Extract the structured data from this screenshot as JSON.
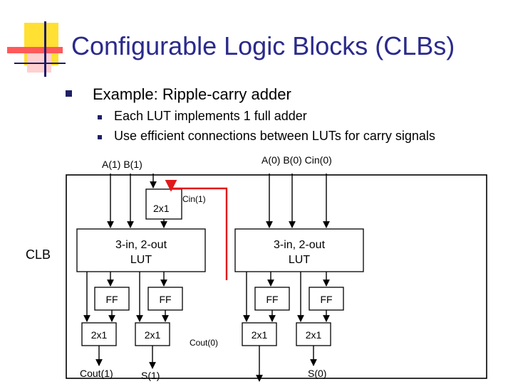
{
  "slide": {
    "title": "Configurable Logic Blocks (CLBs)",
    "bullets": [
      {
        "text": "Example: Ripple-carry adder",
        "sub": [
          "Each LUT implements 1 full adder",
          "Use efficient connections between LUTs for carry signals"
        ]
      }
    ]
  },
  "diagram": {
    "inputs_left": "A(1) B(1)",
    "inputs_right": "A(0) B(0) Cin(0)",
    "block_label": "CLB",
    "mux_top": "2x1",
    "cin1": "Cin(1)",
    "lut_left": [
      "3-in, 2-out",
      "LUT"
    ],
    "lut_right": [
      "3-in, 2-out",
      "LUT"
    ],
    "ff_labels": [
      "FF",
      "FF",
      "FF",
      "FF"
    ],
    "mux_bottom": [
      "2x1",
      "2x1",
      "2x1",
      "2x1"
    ],
    "cout0": "Cout(0)",
    "cout1": "Cout(1)",
    "s1": "S(1)",
    "s0": "S(0)"
  },
  "colors": {
    "title": "#2a2a8c",
    "carry_wire": "#e0191b",
    "deco_yellow": "#ffe033",
    "deco_red": "#ff5a5a",
    "bullet": "#1f1f66"
  }
}
